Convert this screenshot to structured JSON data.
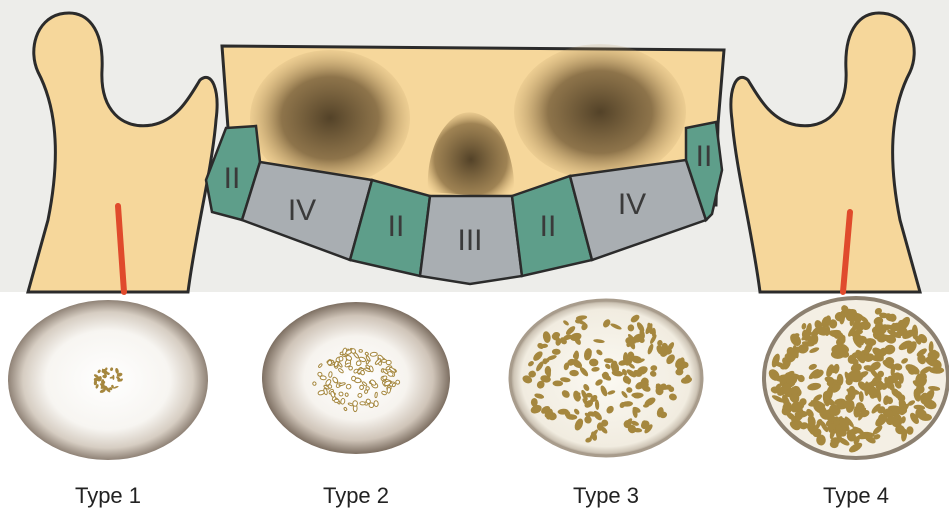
{
  "diagram": {
    "jaw_zones": [
      {
        "id": "left-outer",
        "label": "II"
      },
      {
        "id": "left-posterior",
        "label": "IV"
      },
      {
        "id": "left-premolar",
        "label": "II"
      },
      {
        "id": "anterior",
        "label": "III"
      },
      {
        "id": "right-premolar",
        "label": "II"
      },
      {
        "id": "right-posterior",
        "label": "IV"
      },
      {
        "id": "right-outer",
        "label": "II"
      }
    ],
    "bone_types": [
      {
        "label": "Type 1",
        "density": 1
      },
      {
        "label": "Type 2",
        "density": 2
      },
      {
        "label": "Type 3",
        "density": 3
      },
      {
        "label": "Type 4",
        "density": 4
      }
    ]
  },
  "colors": {
    "bone": "#f6d79b",
    "teal_zone": "#5e9e8a",
    "gray_zone": "#a9aeb2",
    "nerve": "#e04a2c",
    "trabecular": "#a5873e",
    "cortical": "#b9ada0",
    "background": "#ededea"
  }
}
